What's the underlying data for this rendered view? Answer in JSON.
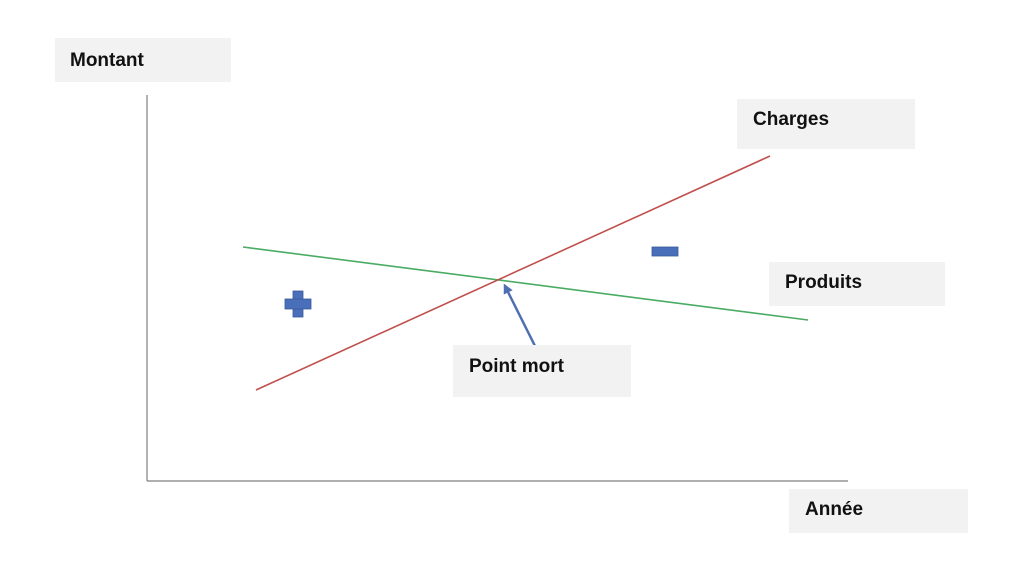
{
  "labels": {
    "y_axis": "Montant",
    "x_axis": "Année",
    "charges": "Charges",
    "produits": "Produits",
    "point_mort": "Point mort"
  },
  "symbols": {
    "plus": "+",
    "minus": "−"
  },
  "colors": {
    "charges_line": "#c0504d",
    "produits_line": "#4aab63",
    "arrow": "#4f6fb3",
    "symbol_fill": "#4a6fba",
    "label_background": "#f2f2f2",
    "axis": "#7f7f7f"
  }
}
